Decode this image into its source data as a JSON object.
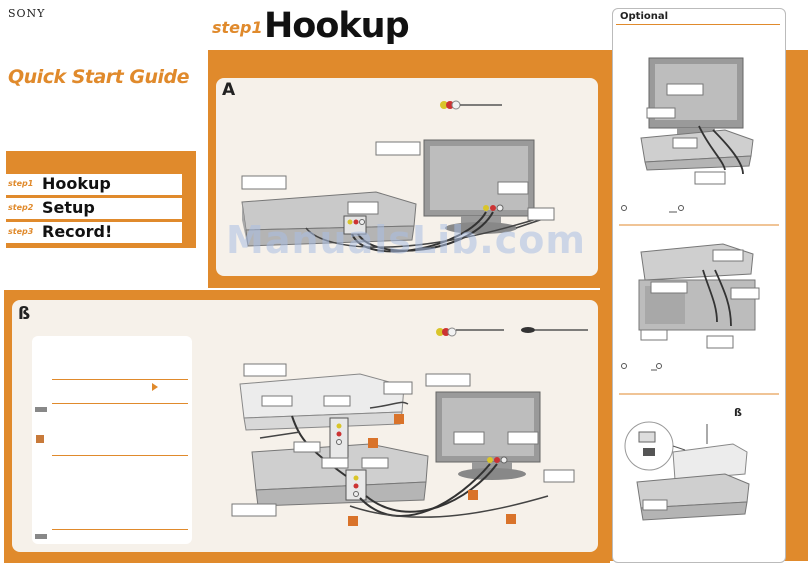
{
  "brand": "SONY",
  "guide_title": "Quick Start Guide",
  "header": {
    "step_label": "step1",
    "title": "Hookup"
  },
  "menu": [
    {
      "step": "step1",
      "label": "Hookup"
    },
    {
      "step": "step2",
      "label": "Setup"
    },
    {
      "step": "step3",
      "label": "Record!"
    }
  ],
  "sections": {
    "a": "A",
    "b": "ß"
  },
  "optional": {
    "title": "Optional",
    "bottom_marker": "ß"
  },
  "watermark": "ManualsLib.com",
  "colors": {
    "accent": "#e08a2c",
    "panel": "#f6f1ea",
    "device": "#b8b8b8",
    "white": "#ffffff"
  }
}
